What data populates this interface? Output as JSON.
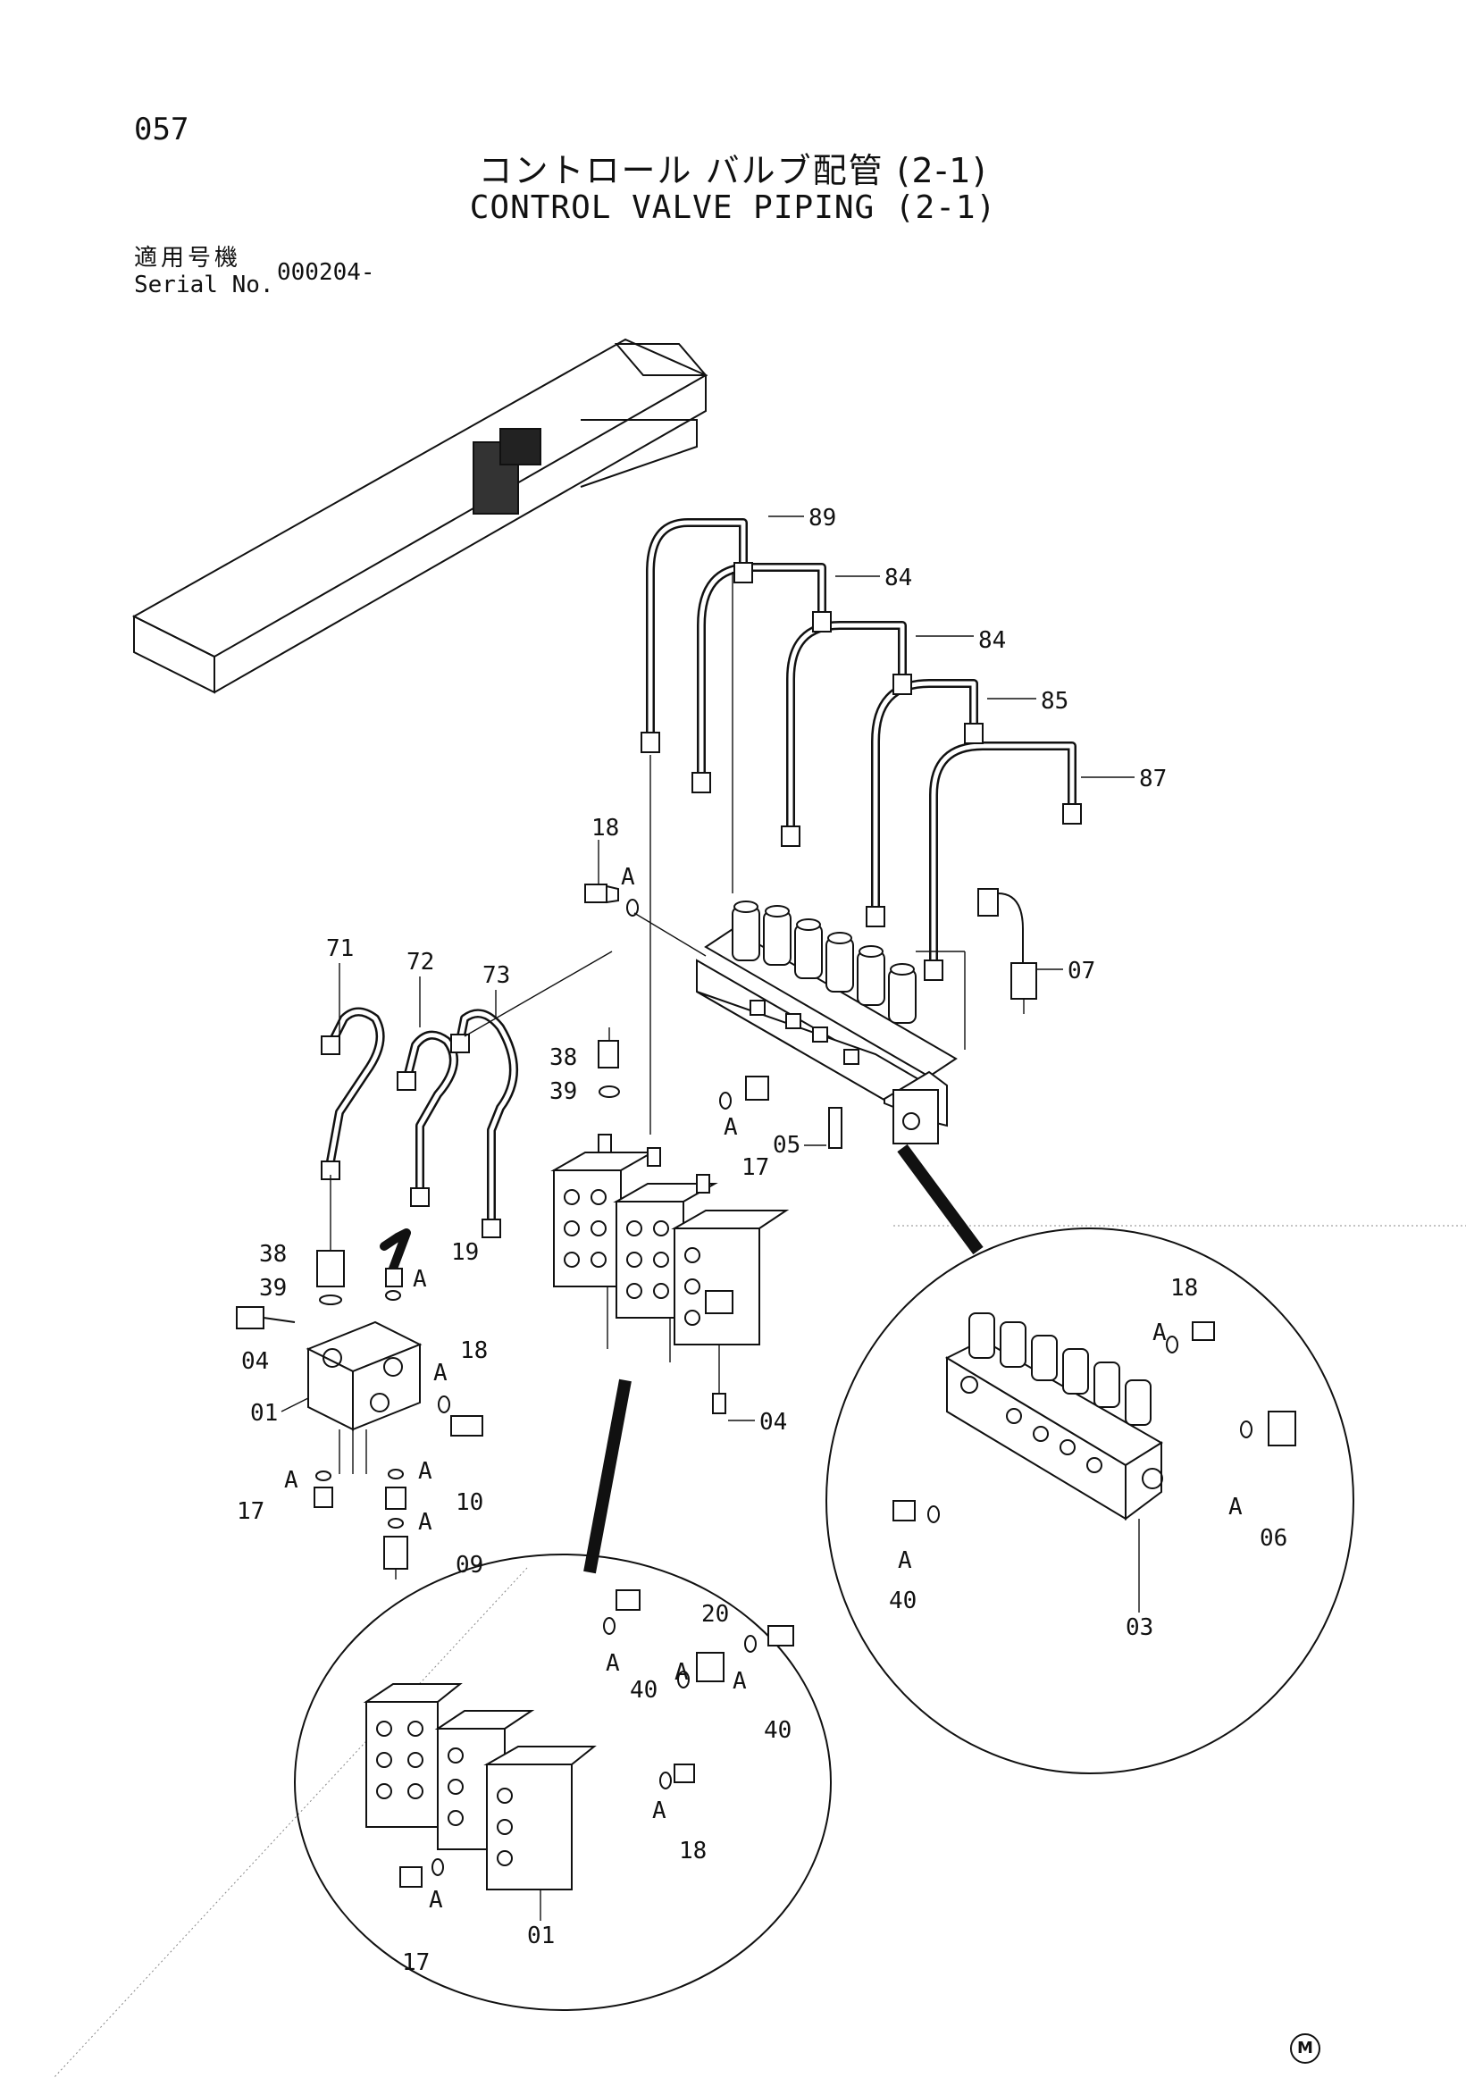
{
  "header": {
    "page_number": "057",
    "title_jp": "コントロール バルブ配管 (2-1)",
    "title_en": "CONTROL VALVE PIPING (2-1)",
    "serial_label_jp": "適用号機",
    "serial_label_en": "Serial No.",
    "serial_value": "000204-"
  },
  "callouts": {
    "c89": "89",
    "c84a": "84",
    "c84b": "84",
    "c85": "85",
    "c87": "87",
    "c18a": "18",
    "c07": "07",
    "c71": "71",
    "c72": "72",
    "c73": "73",
    "c38a": "38",
    "c39a": "39",
    "c17a": "17",
    "c05": "05",
    "c38b": "38",
    "c39b": "39",
    "c19": "19",
    "c04a": "04",
    "c18b": "18",
    "c01a": "01",
    "c04b": "04",
    "c17b": "17",
    "c10": "10",
    "c09": "09",
    "c18c": "18",
    "c06": "06",
    "c40a": "40",
    "c03": "03",
    "c20": "20",
    "c40b": "40",
    "c40c": "40",
    "c18d": "18",
    "c01b": "01",
    "c17c": "17"
  },
  "seal_label": "A",
  "footer_mark": "M"
}
